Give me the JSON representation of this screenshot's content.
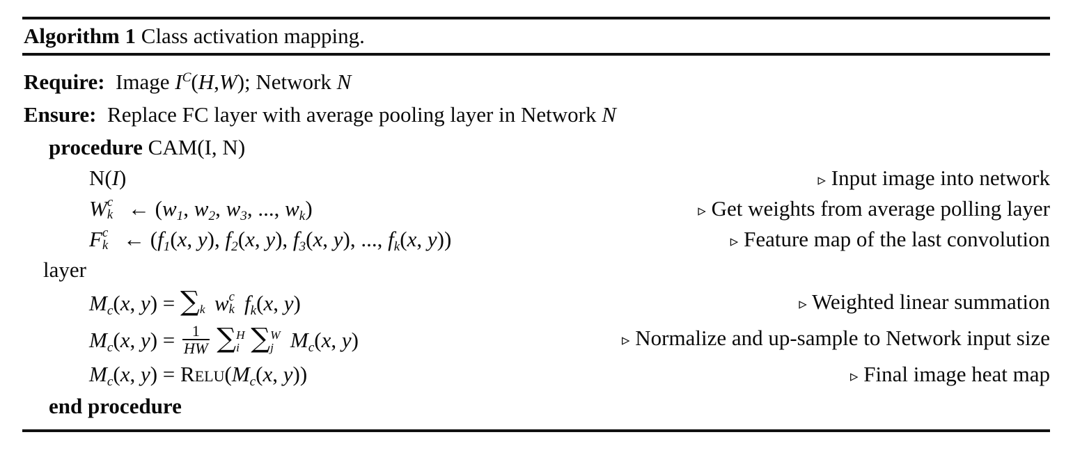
{
  "algorithm": {
    "caption_keyword": "Algorithm 1",
    "caption_title": "Class activation mapping.",
    "require": {
      "keyword": "Require:",
      "text_before": "Image ",
      "var_I": "I",
      "sup_C": "C",
      "args": "(",
      "var_H": "H",
      "comma": ",",
      "var_W": "W",
      "close": "); Network ",
      "var_N": "N"
    },
    "ensure": {
      "keyword": "Ensure:",
      "text": "Replace FC layer with average pooling layer in Network ",
      "var_N": "N"
    },
    "procedure": {
      "keyword": "procedure",
      "signature": "CAM(I, N)"
    },
    "end_procedure": "end procedure",
    "wrapped_word": "layer",
    "comment_marker": "▹",
    "lines": [
      {
        "id": "input-image",
        "code_plain": "N(I)",
        "comment": "Input image into network"
      },
      {
        "id": "weights",
        "code_plain": "W_k^c ← (w_1, w_2, w_3, ..., w_k)",
        "comment": "Get weights from average polling layer"
      },
      {
        "id": "feature-map",
        "code_plain": "F_k^c ← (f_1(x,y), f_2(x,y), f_3(x,y), ..., f_k(x,y))",
        "comment": "Feature map of the last convolution"
      },
      {
        "id": "weighted-sum",
        "code_plain": "M_c(x, y) = ∑_k w_k^c f_k(x, y)",
        "comment": "Weighted linear summation"
      },
      {
        "id": "normalize",
        "code_plain": "M_c(x, y) = 1/HW ∑_i^H ∑_j^W M_c(x, y)",
        "comment": "Normalize and up-sample to Network input size"
      },
      {
        "id": "relu",
        "code_plain": "M_c(x, y) = RELU(M_c(x, y))",
        "comment": "Final image heat map"
      }
    ],
    "symbols": {
      "M": "M",
      "c": "c",
      "open_xy": "(",
      "x": "x",
      "comma_sp": ", ",
      "y": "y",
      "close_paren": ")",
      "equals": " = ",
      "arrow": " ← ",
      "W": "W",
      "F": "F",
      "k": "k",
      "sup_c": "c",
      "w": "w",
      "f": "f",
      "one": "1",
      "HW": "HW",
      "sigma": "∑",
      "i": "i",
      "j": "j",
      "lim_H": "H",
      "lim_W": "W",
      "relu": "Relu",
      "n_func": "N",
      "I": "I",
      "d1": "1",
      "d2": "2",
      "d3": "3",
      "ellipsis": ", ..., ",
      "comma": ", ",
      "open": "("
    }
  }
}
